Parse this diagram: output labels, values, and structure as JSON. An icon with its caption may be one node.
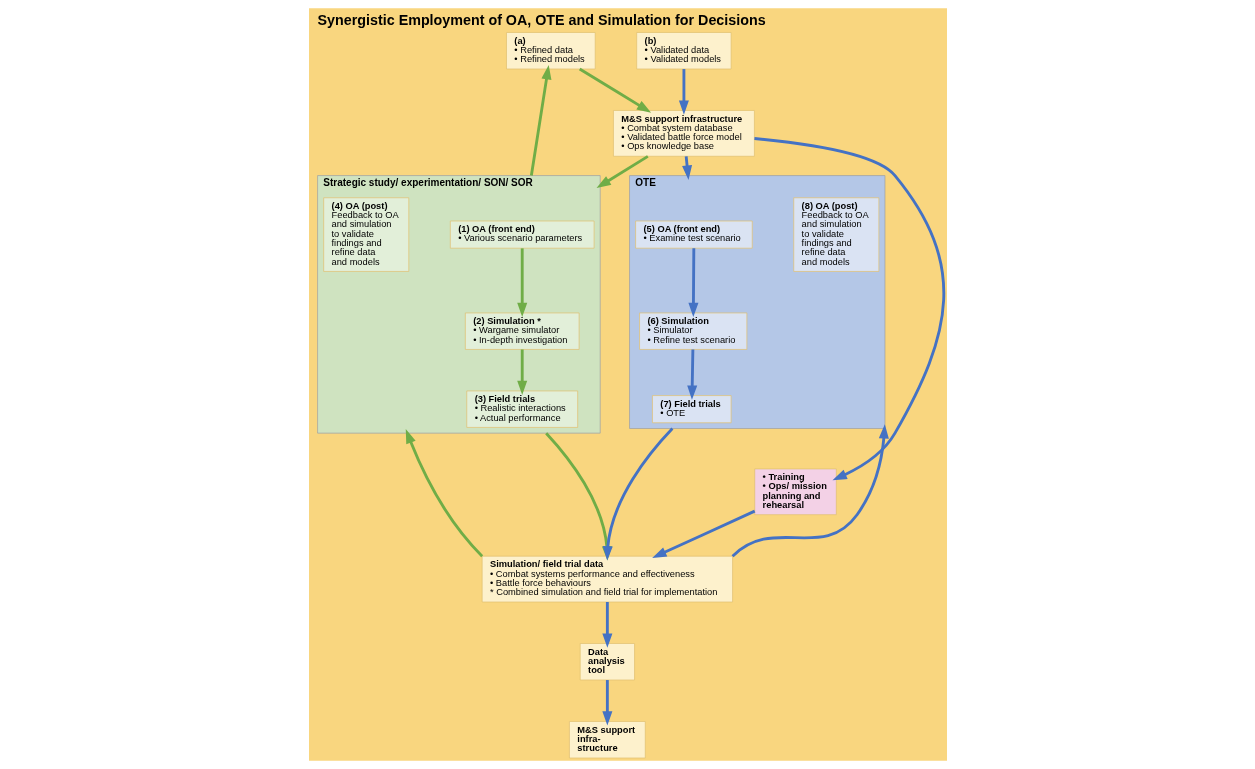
{
  "diagram": {
    "title": "Synergistic Employment of OA, OTE and Simulation for Decisions",
    "nodes": [
      {
        "text": [
          "(a)",
          "• Refined data",
          "• Refined models"
        ]
      },
      {
        "text": [
          "M&S support infrastructure",
          "• Combat system database",
          "• Validated battle force model",
          "• Ops knowledge base"
        ]
      },
      {
        "text": [
          "(b)",
          "• Validated data",
          "• Validated models"
        ]
      },
      {
        "text": [
          "M&S support infra- structure"
        ]
      },
      {
        "text": [
          "Strategic study/ experimentation/ SON/ SOR"
        ]
      },
      {
        "text": [
          "(4) OA (post)",
          "Feedback to OA and simulation to validate findings and refine data and models"
        ],
        "in": 4
      },
      {
        "text": [
          "(1) OA (front end)",
          "• Various scenario parameters"
        ],
        "in": 4
      },
      {
        "text": [
          "(2) Simulation *",
          "• Wargame simulator",
          "• In-depth investigation"
        ],
        "in": 4
      },
      {
        "text": [
          "(3) Field trials",
          "• Realistic interactions",
          "• Actual performance"
        ],
        "in": 4
      },
      {
        "text": [
          "OTE"
        ]
      },
      {
        "text": [
          "(5) OA (front end)",
          "• Examine test scenario"
        ],
        "in": 9
      },
      {
        "text": [
          "(6) Simulation",
          "• Simulator",
          "• Refine test scenario"
        ],
        "in": 9
      },
      {
        "text": [
          "(7) Field trials",
          "• OTE"
        ],
        "in": 9
      },
      {
        "text": [
          "(8) OA (post)",
          "Feedback to OA and simulation to validate findings and refine data and models"
        ],
        "in": 9
      },
      {
        "text": [
          "• Training",
          "• Ops/ mission planning and rehearsal"
        ]
      },
      {
        "text": [
          "Data analysis tool"
        ]
      },
      {
        "text": [
          "Simulation/ field trial data",
          "• Combat systems performance and effectiveness",
          "• Battle force behaviours",
          "* Combined simulation and field trial for implementation"
        ]
      }
    ],
    "edges": [
      {
        "from": 0,
        "to": 1,
        "arrow": "to",
        "color": "#70ad47"
      },
      {
        "from": 4,
        "to": 0,
        "arrow": "to",
        "color": "#70ad47"
      },
      {
        "from": 1,
        "to": 4,
        "arrow": "to",
        "color": "#70ad47"
      },
      {
        "from": 1,
        "to": 9,
        "arrow": "to"
      },
      {
        "from": 2,
        "to": 1,
        "arrow": "to"
      },
      {
        "from": 1,
        "to": 14,
        "arrow": "to"
      },
      {
        "from": 6,
        "to": 7,
        "arrow": "to",
        "color": "#70ad47"
      },
      {
        "from": 7,
        "to": 8,
        "arrow": "to",
        "color": "#70ad47"
      },
      {
        "from": 10,
        "to": 11,
        "arrow": "to"
      },
      {
        "from": 11,
        "to": 12,
        "arrow": "to"
      },
      {
        "from": 16,
        "to": 4,
        "arrow": "to",
        "color": "#70ad47"
      },
      {
        "from": 4,
        "to": 16,
        "arrow": "to",
        "color": "#70ad47"
      },
      {
        "from": 9,
        "to": 16,
        "arrow": "to"
      },
      {
        "from": 16,
        "to": 9,
        "arrow": "to"
      },
      {
        "from": 14,
        "to": 16,
        "arrow": "to"
      },
      {
        "from": 16,
        "to": 15,
        "arrow": "to"
      },
      {
        "from": 15,
        "to": 3,
        "arrow": "to"
      }
    ]
  }
}
